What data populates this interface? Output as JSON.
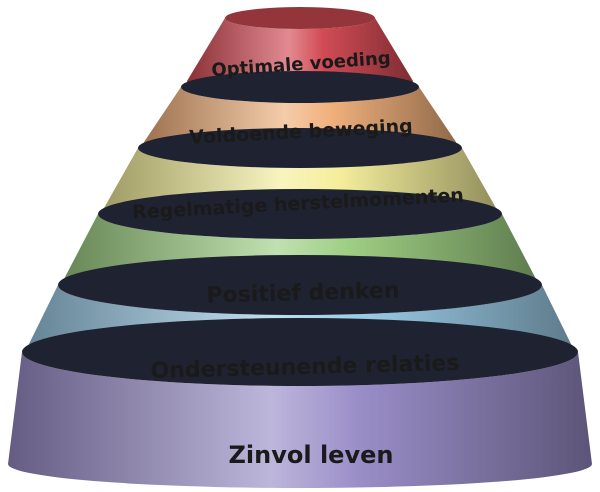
{
  "diagram": {
    "layers": [
      {
        "label": "Optimale voeding",
        "color": "#d24b55"
      },
      {
        "label": "Voldoende beweging",
        "color": "#f0b07c"
      },
      {
        "label": "Regelmatige herstelmomenten",
        "color": "#f4ee9c"
      },
      {
        "label": "Positief denken",
        "color": "#9fcf84"
      },
      {
        "label": "Ondersteunende relaties",
        "color": "#9ccde8"
      },
      {
        "label": "Zinvol leven",
        "color": "#9a8ec8"
      }
    ],
    "separator_color": "#1f2230"
  }
}
